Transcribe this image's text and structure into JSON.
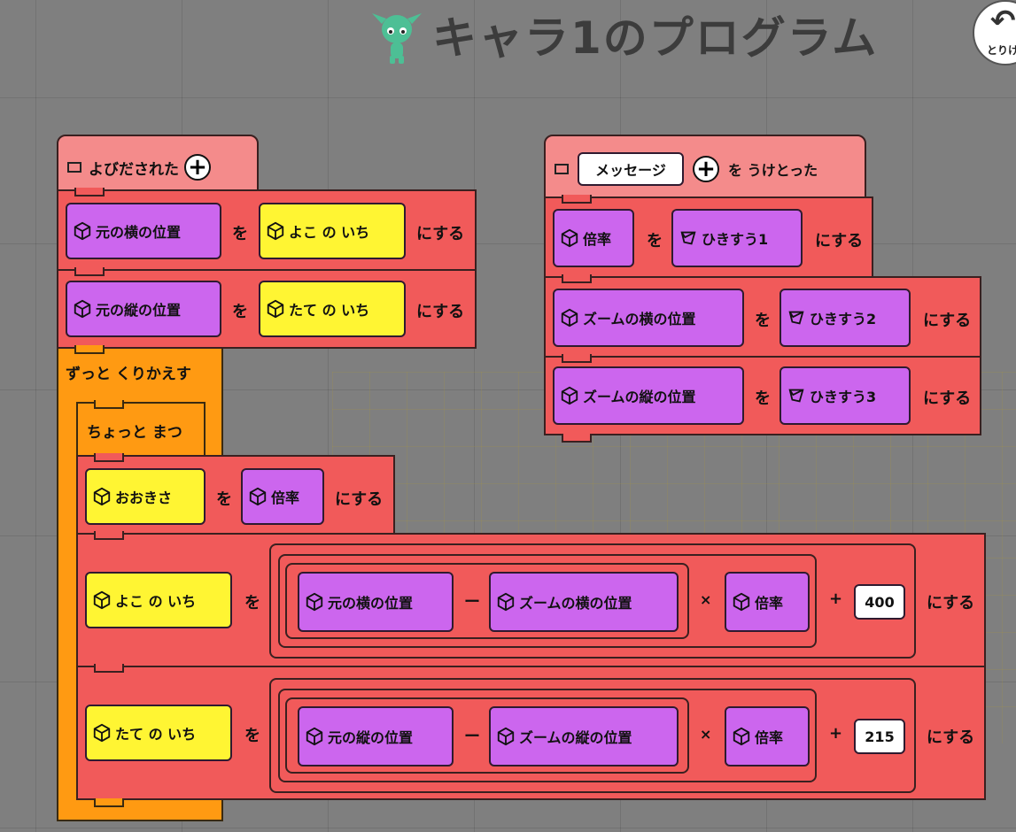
{
  "title": "キャラ1のプログラム",
  "undo_label": "とりけし",
  "verbs": {
    "wo": "を",
    "ni_suru": "にする",
    "minus": "ー",
    "times": "×",
    "plus": "+"
  },
  "script1": {
    "hat_label": "よびだされた",
    "rows": [
      {
        "target": "元の横の位置",
        "value": "よこ の いち"
      },
      {
        "target": "元の縦の位置",
        "value": "たて の いち"
      }
    ],
    "forever_label": "ずっと くりかえす",
    "wait_label": "ちょっと まつ",
    "size_row": {
      "target": "おおきさ",
      "value": "倍率"
    },
    "x_row": {
      "target": "よこ の いち",
      "a": "元の横の位置",
      "b": "ズームの横の位置",
      "c": "倍率",
      "d": "400"
    },
    "y_row": {
      "target": "たて の いち",
      "a": "元の縦の位置",
      "b": "ズームの縦の位置",
      "c": "倍率",
      "d": "215"
    }
  },
  "script2": {
    "hat_prefix": "",
    "message_name": "メッセージ",
    "hat_suffix": "を うけとった",
    "rows": [
      {
        "target": "倍率",
        "value": "ひきすう1"
      },
      {
        "target": "ズームの横の位置",
        "value": "ひきすう2"
      },
      {
        "target": "ズームの縦の位置",
        "value": "ひきすう3"
      }
    ]
  }
}
